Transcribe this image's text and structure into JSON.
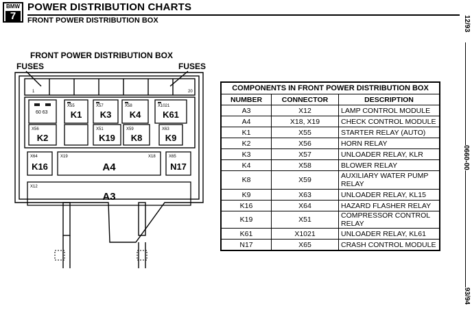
{
  "header": {
    "logo_brand": "BMW",
    "logo_series": "7",
    "title": "POWER DISTRIBUTION CHARTS",
    "subtitle": "FRONT POWER DISTRIBUTION BOX"
  },
  "margin": {
    "date_top": "12/93",
    "doc_number": "0660-00",
    "date_bottom": "93/94"
  },
  "diagram": {
    "title": "FRONT POWER DISTRIBUTION BOX",
    "fuses_left": "FUSES",
    "fuses_right": "FUSES",
    "fuse_first": "1",
    "fuse_last": "20",
    "relays": [
      {
        "label": "",
        "connector": "60  63"
      },
      {
        "label": "K1",
        "connector": "X55"
      },
      {
        "label": "K3",
        "connector": "X57"
      },
      {
        "label": "K4",
        "connector": "X58"
      },
      {
        "label": "K61",
        "connector": "X1021"
      },
      {
        "label": "K2",
        "connector": "X56"
      },
      {
        "label": "K19",
        "connector": "X51"
      },
      {
        "label": "K8",
        "connector": "X59"
      },
      {
        "label": "K9",
        "connector": "X63"
      },
      {
        "label": "K16",
        "connector": "X64"
      },
      {
        "label": "N17",
        "connector": "X65"
      }
    ],
    "modules": [
      {
        "label": "A4",
        "connector_left": "X19",
        "connector_right": "X18"
      },
      {
        "label": "A3",
        "connector_left": "X12"
      }
    ]
  },
  "table": {
    "caption": "COMPONENTS IN FRONT POWER DISTRIBUTION BOX",
    "headers": [
      "NUMBER",
      "CONNECTOR",
      "DESCRIPTION"
    ],
    "rows": [
      {
        "number": "A3",
        "connector": "X12",
        "description": "LAMP CONTROL MODULE"
      },
      {
        "number": "A4",
        "connector": "X18, X19",
        "description": "CHECK CONTROL MODULE"
      },
      {
        "number": "K1",
        "connector": "X55",
        "description": "STARTER RELAY (AUTO)"
      },
      {
        "number": "K2",
        "connector": "X56",
        "description": "HORN RELAY"
      },
      {
        "number": "K3",
        "connector": "X57",
        "description": "UNLOADER RELAY, KLR"
      },
      {
        "number": "K4",
        "connector": "X58",
        "description": "BLOWER RELAY"
      },
      {
        "number": "K8",
        "connector": "X59",
        "description": "AUXILIARY WATER PUMP RELAY"
      },
      {
        "number": "K9",
        "connector": "X63",
        "description": "UNLOADER RELAY, KL15"
      },
      {
        "number": "K16",
        "connector": "X64",
        "description": "HAZARD FLASHER RELAY"
      },
      {
        "number": "K19",
        "connector": "X51",
        "description": "COMPRESSOR CONTROL RELAY"
      },
      {
        "number": "K61",
        "connector": "X1021",
        "description": "UNLOADER RELAY, KL61"
      },
      {
        "number": "N17",
        "connector": "X65",
        "description": "CRASH CONTROL MODULE"
      }
    ]
  }
}
